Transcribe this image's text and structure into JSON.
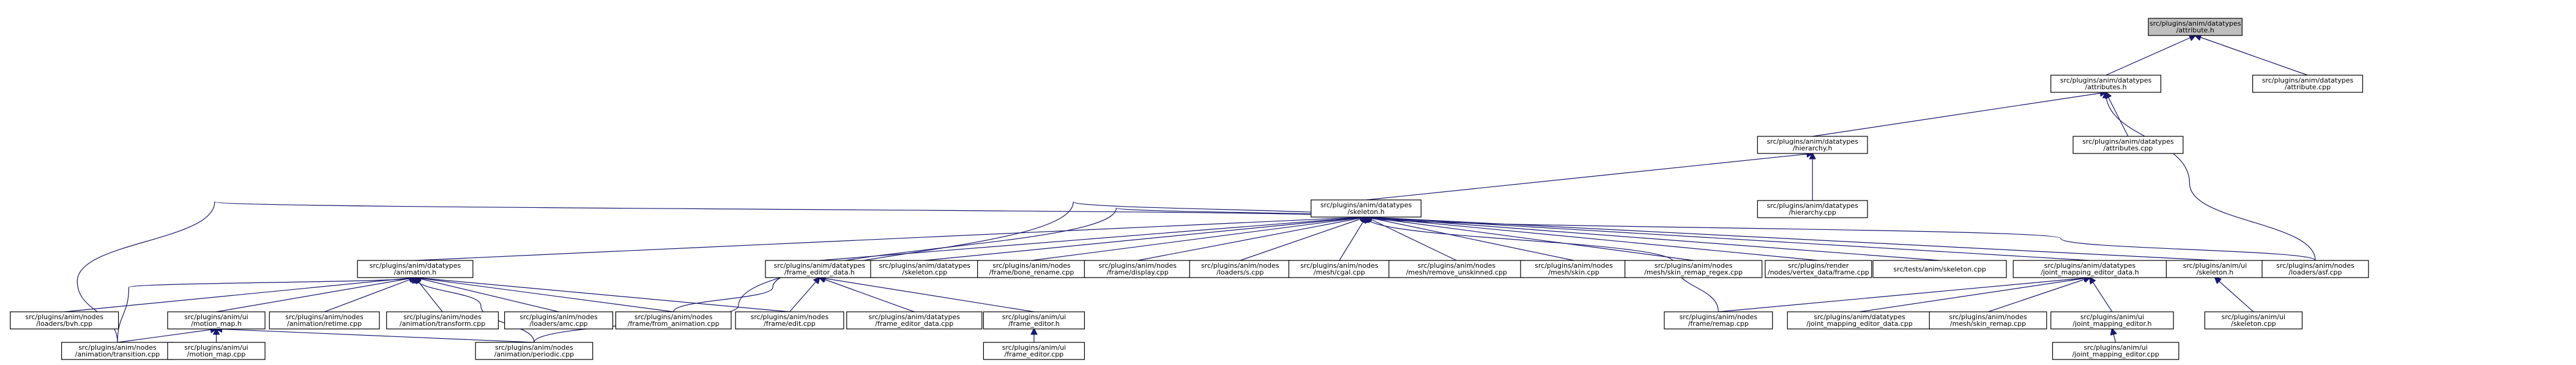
{
  "graph": {
    "type": "include-dependency-graph",
    "nodes": [
      {
        "id": "attribute_h",
        "lines": [
          "src/plugins/anim/datatypes",
          "/attribute.h"
        ],
        "root": true
      },
      {
        "id": "attributes_h",
        "lines": [
          "src/plugins/anim/datatypes",
          "/attributes.h"
        ]
      },
      {
        "id": "attribute_cpp",
        "lines": [
          "src/plugins/anim/datatypes",
          "/attribute.cpp"
        ]
      },
      {
        "id": "hierarchy_h",
        "lines": [
          "src/plugins/anim/datatypes",
          "/hierarchy.h"
        ]
      },
      {
        "id": "attributes_cpp",
        "lines": [
          "src/plugins/anim/datatypes",
          "/attributes.cpp"
        ]
      },
      {
        "id": "skeleton_h",
        "lines": [
          "src/plugins/anim/datatypes",
          "/skeleton.h"
        ]
      },
      {
        "id": "hierarchy_cpp",
        "lines": [
          "src/plugins/anim/datatypes",
          "/hierarchy.cpp"
        ]
      },
      {
        "id": "animation_h",
        "lines": [
          "src/plugins/anim/datatypes",
          "/animation.h"
        ]
      },
      {
        "id": "frame_editor_data_h",
        "lines": [
          "src/plugins/anim/datatypes",
          "/frame_editor_data.h"
        ]
      },
      {
        "id": "skeleton_cpp",
        "lines": [
          "src/plugins/anim/datatypes",
          "/skeleton.cpp"
        ]
      },
      {
        "id": "bone_rename",
        "lines": [
          "src/plugins/anim/nodes",
          "/frame/bone_rename.cpp"
        ]
      },
      {
        "id": "frame_display",
        "lines": [
          "src/plugins/anim/nodes",
          "/frame/display.cpp"
        ]
      },
      {
        "id": "loaders_s",
        "lines": [
          "src/plugins/anim/nodes",
          "/loaders/s.cpp"
        ]
      },
      {
        "id": "mesh_cgal",
        "lines": [
          "src/plugins/anim/nodes",
          "/mesh/cgal.cpp"
        ]
      },
      {
        "id": "remove_unskinned",
        "lines": [
          "src/plugins/anim/nodes",
          "/mesh/remove_unskinned.cpp"
        ]
      },
      {
        "id": "mesh_skin",
        "lines": [
          "src/plugins/anim/nodes",
          "/mesh/skin.cpp"
        ]
      },
      {
        "id": "skin_remap_regex",
        "lines": [
          "src/plugins/anim/nodes",
          "/mesh/skin_remap_regex.cpp"
        ]
      },
      {
        "id": "vertex_data_frame",
        "lines": [
          "src/plugins/render",
          "/nodes/vertex_data/frame.cpp"
        ]
      },
      {
        "id": "tests_skeleton",
        "lines": [
          "src/tests/anim/skeleton.cpp"
        ]
      },
      {
        "id": "joint_mapping_editor_data_h",
        "lines": [
          "src/plugins/anim/datatypes",
          "/joint_mapping_editor_data.h"
        ]
      },
      {
        "id": "ui_skeleton_h",
        "lines": [
          "src/plugins/anim/ui",
          "/skeleton.h"
        ]
      },
      {
        "id": "loaders_asf",
        "lines": [
          "src/plugins/anim/nodes",
          "/loaders/asf.cpp"
        ]
      },
      {
        "id": "loaders_bvh",
        "lines": [
          "src/plugins/anim/nodes",
          "/loaders/bvh.cpp"
        ]
      },
      {
        "id": "motion_map_h",
        "lines": [
          "src/plugins/anim/ui",
          "/motion_map.h"
        ]
      },
      {
        "id": "retime",
        "lines": [
          "src/plugins/anim/nodes",
          "/animation/retime.cpp"
        ]
      },
      {
        "id": "anim_transform",
        "lines": [
          "src/plugins/anim/nodes",
          "/animation/transform.cpp"
        ]
      },
      {
        "id": "loaders_amc",
        "lines": [
          "src/plugins/anim/nodes",
          "/loaders/amc.cpp"
        ]
      },
      {
        "id": "from_animation",
        "lines": [
          "src/plugins/anim/nodes",
          "/frame/from_animation.cpp"
        ]
      },
      {
        "id": "frame_edit",
        "lines": [
          "src/plugins/anim/nodes",
          "/frame/edit.cpp"
        ]
      },
      {
        "id": "frame_editor_data_cpp",
        "lines": [
          "src/plugins/anim/datatypes",
          "/frame_editor_data.cpp"
        ]
      },
      {
        "id": "frame_editor_h",
        "lines": [
          "src/plugins/anim/ui",
          "/frame_editor.h"
        ]
      },
      {
        "id": "frame_remap",
        "lines": [
          "src/plugins/anim/nodes",
          "/frame/remap.cpp"
        ]
      },
      {
        "id": "joint_mapping_editor_data_cpp",
        "lines": [
          "src/plugins/anim/datatypes",
          "/joint_mapping_editor_data.cpp"
        ]
      },
      {
        "id": "skin_remap",
        "lines": [
          "src/plugins/anim/nodes",
          "/mesh/skin_remap.cpp"
        ]
      },
      {
        "id": "joint_mapping_editor_h",
        "lines": [
          "src/plugins/anim/ui",
          "/joint_mapping_editor.h"
        ]
      },
      {
        "id": "ui_skeleton_cpp",
        "lines": [
          "src/plugins/anim/ui",
          "/skeleton.cpp"
        ]
      },
      {
        "id": "transition",
        "lines": [
          "src/plugins/anim/nodes",
          "/animation/transition.cpp"
        ]
      },
      {
        "id": "motion_map_cpp",
        "lines": [
          "src/plugins/anim/ui",
          "/motion_map.cpp"
        ]
      },
      {
        "id": "periodic",
        "lines": [
          "src/plugins/anim/nodes",
          "/animation/periodic.cpp"
        ]
      },
      {
        "id": "frame_editor_cpp",
        "lines": [
          "src/plugins/anim/ui",
          "/frame_editor.cpp"
        ]
      },
      {
        "id": "joint_mapping_editor_cpp",
        "lines": [
          "src/plugins/anim/ui",
          "/joint_mapping_editor.cpp"
        ]
      }
    ],
    "edges": [
      {
        "from": "attributes_h",
        "to": "attribute_h"
      },
      {
        "from": "attribute_cpp",
        "to": "attribute_h"
      },
      {
        "from": "hierarchy_h",
        "to": "attributes_h"
      },
      {
        "from": "attributes_cpp",
        "to": "attributes_h"
      },
      {
        "from": "loaders_asf",
        "to": "attributes_h"
      },
      {
        "from": "skeleton_h",
        "to": "hierarchy_h"
      },
      {
        "from": "hierarchy_cpp",
        "to": "hierarchy_h"
      },
      {
        "from": "animation_h",
        "to": "skeleton_h"
      },
      {
        "from": "frame_editor_data_h",
        "to": "skeleton_h"
      },
      {
        "from": "skeleton_cpp",
        "to": "skeleton_h"
      },
      {
        "from": "bone_rename",
        "to": "skeleton_h"
      },
      {
        "from": "frame_display",
        "to": "skeleton_h"
      },
      {
        "from": "loaders_s",
        "to": "skeleton_h"
      },
      {
        "from": "mesh_cgal",
        "to": "skeleton_h"
      },
      {
        "from": "remove_unskinned",
        "to": "skeleton_h"
      },
      {
        "from": "mesh_skin",
        "to": "skeleton_h"
      },
      {
        "from": "skin_remap_regex",
        "to": "skeleton_h"
      },
      {
        "from": "vertex_data_frame",
        "to": "skeleton_h"
      },
      {
        "from": "tests_skeleton",
        "to": "skeleton_h"
      },
      {
        "from": "joint_mapping_editor_data_h",
        "to": "skeleton_h"
      },
      {
        "from": "ui_skeleton_h",
        "to": "skeleton_h"
      },
      {
        "from": "loaders_asf",
        "to": "skeleton_h"
      },
      {
        "from": "transition",
        "to": "skeleton_h"
      },
      {
        "from": "periodic",
        "to": "skeleton_h"
      },
      {
        "from": "from_animation",
        "to": "skeleton_h"
      },
      {
        "from": "frame_remap",
        "to": "skeleton_h"
      },
      {
        "from": "loaders_bvh",
        "to": "animation_h"
      },
      {
        "from": "motion_map_h",
        "to": "animation_h"
      },
      {
        "from": "retime",
        "to": "animation_h"
      },
      {
        "from": "anim_transform",
        "to": "animation_h"
      },
      {
        "from": "loaders_amc",
        "to": "animation_h"
      },
      {
        "from": "from_animation",
        "to": "animation_h"
      },
      {
        "from": "frame_edit",
        "to": "animation_h"
      },
      {
        "from": "transition",
        "to": "animation_h"
      },
      {
        "from": "periodic",
        "to": "animation_h"
      },
      {
        "from": "frame_edit",
        "to": "frame_editor_data_h"
      },
      {
        "from": "frame_editor_data_cpp",
        "to": "frame_editor_data_h"
      },
      {
        "from": "frame_editor_h",
        "to": "frame_editor_data_h"
      },
      {
        "from": "frame_editor_cpp",
        "to": "frame_editor_h"
      },
      {
        "from": "transition",
        "to": "motion_map_h"
      },
      {
        "from": "motion_map_cpp",
        "to": "motion_map_h"
      },
      {
        "from": "periodic",
        "to": "motion_map_h"
      },
      {
        "from": "frame_remap",
        "to": "joint_mapping_editor_data_h"
      },
      {
        "from": "joint_mapping_editor_data_cpp",
        "to": "joint_mapping_editor_data_h"
      },
      {
        "from": "skin_remap",
        "to": "joint_mapping_editor_data_h"
      },
      {
        "from": "joint_mapping_editor_h",
        "to": "joint_mapping_editor_data_h"
      },
      {
        "from": "joint_mapping_editor_cpp",
        "to": "joint_mapping_editor_h"
      },
      {
        "from": "ui_skeleton_cpp",
        "to": "ui_skeleton_h"
      }
    ]
  }
}
